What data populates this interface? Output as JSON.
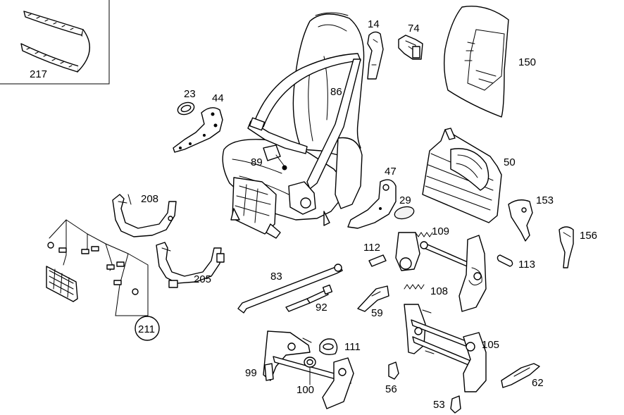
{
  "diagram": {
    "callouts": [
      {
        "id": "217",
        "text": "217"
      },
      {
        "id": "23",
        "text": "23"
      },
      {
        "id": "44",
        "text": "44"
      },
      {
        "id": "14",
        "text": "14"
      },
      {
        "id": "74",
        "text": "74"
      },
      {
        "id": "150",
        "text": "150"
      },
      {
        "id": "86",
        "text": "86"
      },
      {
        "id": "89",
        "text": "89"
      },
      {
        "id": "50",
        "text": "50"
      },
      {
        "id": "47",
        "text": "47"
      },
      {
        "id": "29",
        "text": "29"
      },
      {
        "id": "208",
        "text": "208"
      },
      {
        "id": "153",
        "text": "153"
      },
      {
        "id": "156",
        "text": "156"
      },
      {
        "id": "109",
        "text": "109"
      },
      {
        "id": "112",
        "text": "112"
      },
      {
        "id": "113",
        "text": "113"
      },
      {
        "id": "205",
        "text": "205"
      },
      {
        "id": "83",
        "text": "83"
      },
      {
        "id": "108",
        "text": "108"
      },
      {
        "id": "92",
        "text": "92"
      },
      {
        "id": "59",
        "text": "59"
      },
      {
        "id": "211",
        "text": "211"
      },
      {
        "id": "111",
        "text": "111"
      },
      {
        "id": "105",
        "text": "105"
      },
      {
        "id": "99",
        "text": "99"
      },
      {
        "id": "100",
        "text": "100"
      },
      {
        "id": "56",
        "text": "56"
      },
      {
        "id": "62",
        "text": "62"
      },
      {
        "id": "53",
        "text": "53"
      }
    ]
  }
}
